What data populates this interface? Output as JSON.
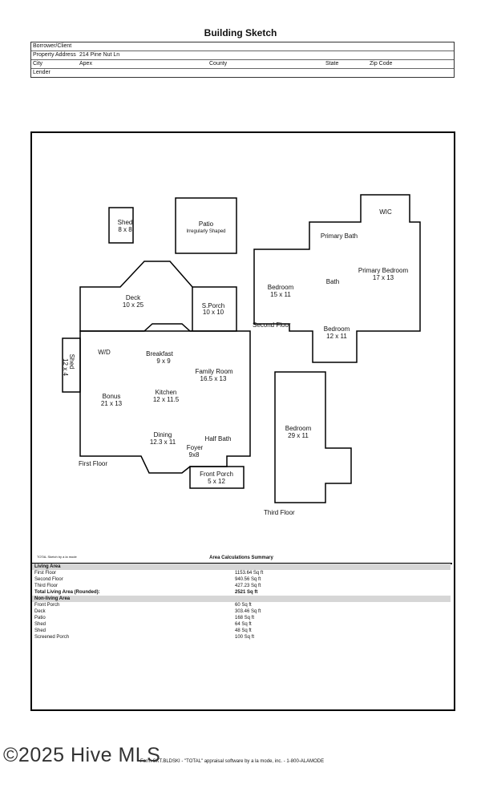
{
  "page_title": "Building Sketch",
  "header": {
    "borrower_label": "Borrower/Client",
    "address_label": "Property Address",
    "address_value": "214 Pine Nut Ln",
    "city_label": "City",
    "city_value": "Apex",
    "county_label": "County",
    "state_label": "State",
    "zip_label": "Zip Code",
    "lender_label": "Lender"
  },
  "sketch": {
    "rooms": {
      "shed_top": "Shed",
      "shed_top_dim": "8 x 8",
      "patio": "Patio",
      "patio_note": "Irregularly Shaped",
      "wic": "WIC",
      "primary_bath": "Primary Bath",
      "primary_bedroom": "Primary Bedroom",
      "primary_bedroom_dim": "17 x 13",
      "bath": "Bath",
      "bedroom_a": "Bedroom",
      "bedroom_a_dim": "15 x 11",
      "second_floor": "Second Floor",
      "bedroom_b": "Bedroom",
      "bedroom_b_dim": "12 x 11",
      "deck": "Deck",
      "deck_dim": "10 x 25",
      "sporch": "S.Porch",
      "sporch_dim": "10 x 10",
      "wd": "W/D",
      "breakfast": "Breakfast",
      "breakfast_dim": "9 x 9",
      "family_room": "Family Room",
      "family_room_dim": "16.5 x 13",
      "shed_side": "Shed",
      "shed_side_dim": "12 x 4",
      "bonus": "Bonus",
      "bonus_dim": "21 x 13",
      "kitchen": "Kitchen",
      "kitchen_dim": "12 x 11.5",
      "dining": "Dining",
      "dining_dim": "12.3 x 11",
      "half_bath": "Half Bath",
      "foyer": "Foyer",
      "foyer_dim": "9x8",
      "first_floor": "First Floor",
      "front_porch": "Front Porch",
      "front_porch_dim": "5 x 12",
      "bedroom_c": "Bedroom",
      "bedroom_c_dim": "29 x 11",
      "third_floor": "Third Floor"
    },
    "sketch_by": "TOTAL Sketch by a la mode",
    "summary_title": "Area Calculations Summary"
  },
  "summary": {
    "living_header": "Living Area",
    "living": [
      {
        "label": "First Floor",
        "value": "1153.64 Sq ft"
      },
      {
        "label": "Second Floor",
        "value": "940.56 Sq ft"
      },
      {
        "label": "Third Floor",
        "value": "427.23 Sq ft"
      }
    ],
    "total_label": "Total Living Area (Rounded):",
    "total_value": "2521 Sq ft",
    "nonliving_header": "Non-living Area",
    "nonliving": [
      {
        "label": "Front Porch",
        "value": "60 Sq ft"
      },
      {
        "label": "Deck",
        "value": "303.46 Sq ft"
      },
      {
        "label": "Patio",
        "value": "168 Sq ft"
      },
      {
        "label": "Shed",
        "value": "64 Sq ft"
      },
      {
        "label": "Shed",
        "value": "48 Sq ft"
      },
      {
        "label": "Screened Porch",
        "value": "100 Sq ft"
      }
    ]
  },
  "footer": "Form SKT.BLDSKI - \"TOTAL\" appraisal software by a la mode, inc. - 1-800-ALAMODE",
  "watermark": "©2025 Hive MLS"
}
